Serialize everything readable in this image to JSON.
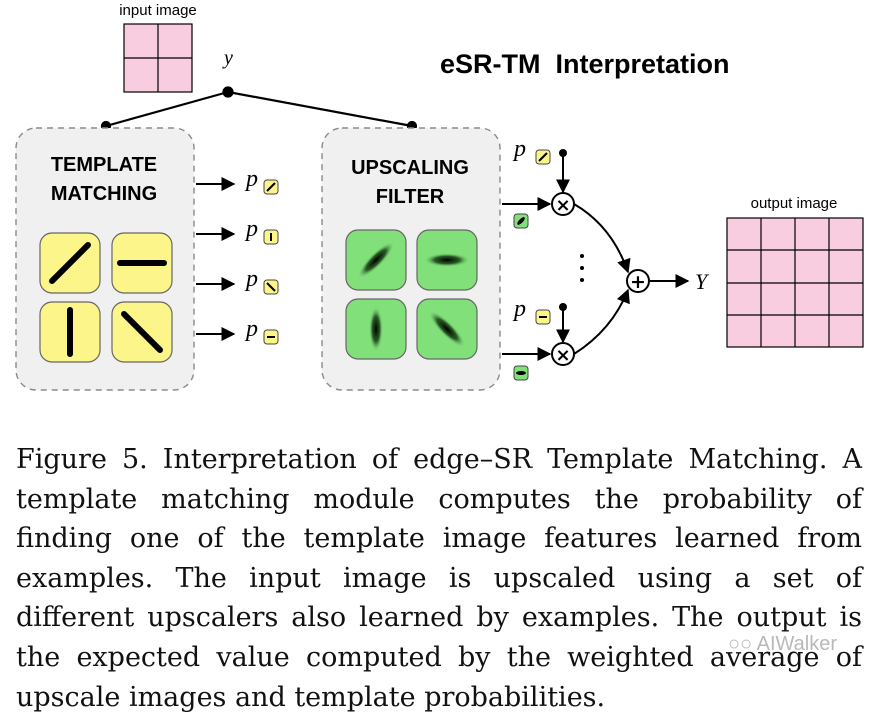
{
  "diagram": {
    "title": "eSR-TM  Interpretation",
    "input_label": "input image",
    "y_label": "y",
    "template_matching_line1": "TEMPLATE",
    "template_matching_line2": "MATCHING",
    "upscaling_filter_line1": "UPSCALING",
    "upscaling_filter_line2": "FILTER",
    "p_symbol": "p",
    "output_label": "output image",
    "Y_label": "Y",
    "multiply_symbol": "×",
    "sum_symbol": "+",
    "colors": {
      "input_cell": "#f9cde0",
      "template_tile": "#fbf58a",
      "filter_tile": "#82e07a",
      "box_border": "#8a8a8a"
    }
  },
  "caption": {
    "text": "Figure 5. Interpretation of edge–SR Template Matching. A template matching module computes the probability of finding one of the template image features learned from examples. The input image is upscaled using a set of different upscalers also learned by examples. The output is the expected value computed by the weighted average of upscale images and template probabilities."
  },
  "watermark": {
    "text": "AIWalker",
    "icon": "wechat-icon"
  }
}
